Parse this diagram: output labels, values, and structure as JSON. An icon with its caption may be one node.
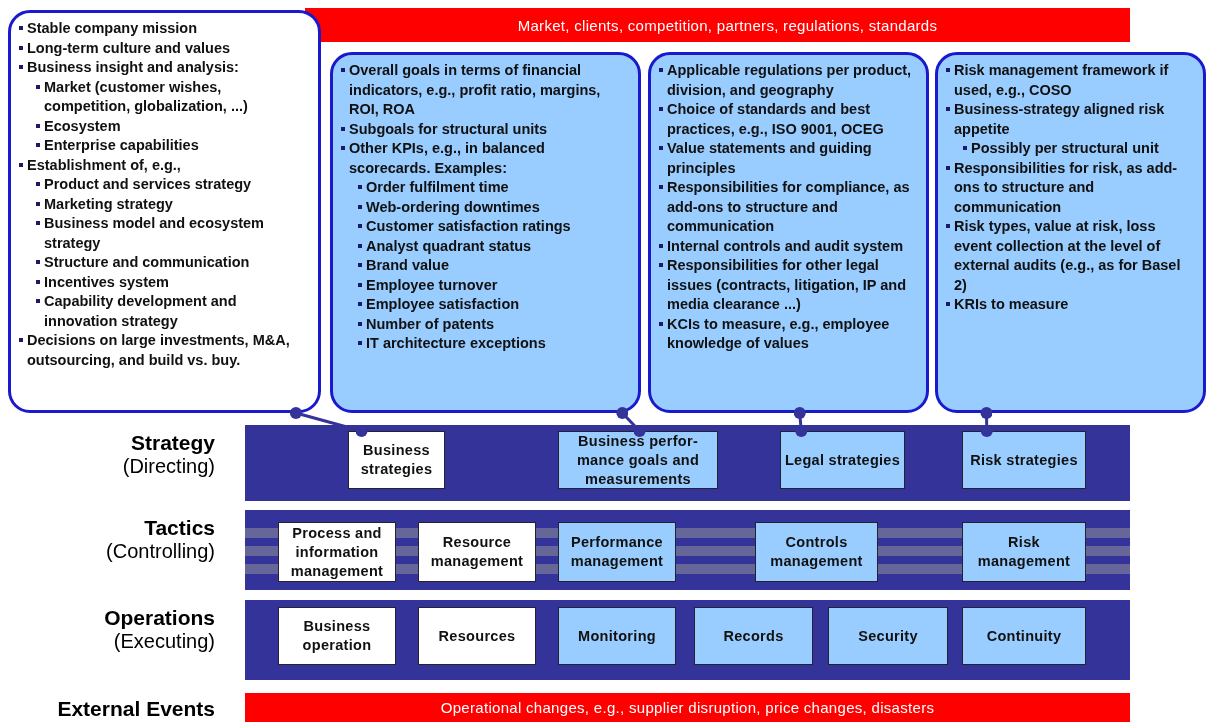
{
  "diagram": {
    "nodes": [
      {
        "text": [
          "Market, clients, competition, partners, regulations, standards"
        ]
      },
      {
        "text": [
          "Stable company mission",
          "Long-term culture and values",
          "Business insight and analysis:",
          "Market (customer wishes, competition, globalization, ...)",
          "Ecosystem",
          "Enterprise capabilities",
          "Establishment of, e.g.,",
          "Product and services strategy",
          "Marketing strategy",
          "Business model and ecosystem strategy",
          "Structure and communication",
          "Incentives system",
          "Capability development and innovation strategy",
          "Decisions on large investments, M&A, outsourcing, and build vs. buy."
        ]
      },
      {
        "text": [
          "Overall goals in terms of financial indicators, e.g., profit ratio, margins, ROI, ROA",
          "Subgoals for structural units",
          "Other KPIs, e.g., in balanced scorecards. Examples:",
          "Order fulfilment time",
          "Web-ordering downtimes",
          "Customer satisfaction ratings",
          "Analyst quadrant status",
          "Brand value",
          "Employee turnover",
          "Employee satisfaction",
          "Number of patents",
          "IT architecture exceptions"
        ]
      },
      {
        "text": [
          "Applicable regulations per product, division, and geography",
          "Choice of standards and best practices, e.g., ISO 9001, OCEG",
          "Value statements and guiding principles",
          "Responsibilities for compliance, as add-ons to structure and communication",
          "Internal controls and audit system",
          "Responsibilities for other legal issues (contracts, litigation, IP and media clearance ...)",
          "KCIs to measure, e.g., employee knowledge of values"
        ]
      },
      {
        "text": [
          "Risk management framework if used, e.g., COSO",
          "Business-strategy aligned risk appetite",
          "Possibly per structural unit",
          "Responsibilities for risk, as add-ons to structure and communication",
          "Risk types, value at risk, loss event collection at the level of external audits (e.g., as for Basel 2)",
          "KRIs to measure"
        ]
      },
      {
        "text": [
          "Strategy",
          "(Directing)"
        ]
      },
      {
        "text": [
          "Business strategies"
        ],
        "in": 5
      },
      {
        "text": [
          "Business perfor-mance goals and measurements"
        ],
        "in": 5
      },
      {
        "text": [
          "Legal strategies"
        ],
        "in": 5
      },
      {
        "text": [
          "Risk strategies"
        ],
        "in": 5
      },
      {
        "text": [
          "Tactics",
          "(Controlling)"
        ]
      },
      {
        "text": [
          "Process and information management"
        ],
        "in": 10
      },
      {
        "text": [
          "Resource management"
        ],
        "in": 10
      },
      {
        "text": [
          "Performance management"
        ],
        "in": 10
      },
      {
        "text": [
          "Controls management"
        ],
        "in": 10
      },
      {
        "text": [
          "Risk management"
        ],
        "in": 10
      },
      {
        "text": [
          "Operations",
          "(Executing)"
        ]
      },
      {
        "text": [
          "Business operation"
        ],
        "in": 16
      },
      {
        "text": [
          "Resources"
        ],
        "in": 16
      },
      {
        "text": [
          "Monitoring"
        ],
        "in": 16
      },
      {
        "text": [
          "Records"
        ],
        "in": 16
      },
      {
        "text": [
          "Security"
        ],
        "in": 16
      },
      {
        "text": [
          "Continuity"
        ],
        "in": 16
      },
      {
        "text": [
          "External Events",
          "Operational changes, e.g., supplier disruption, price changes, disasters"
        ]
      }
    ],
    "edges": [
      {
        "from": 1,
        "to": 6,
        "arrow": "other"
      },
      {
        "from": 2,
        "to": 7,
        "arrow": "other"
      },
      {
        "from": 3,
        "to": 8,
        "arrow": "other"
      },
      {
        "from": 4,
        "to": 9,
        "arrow": "other"
      }
    ]
  }
}
